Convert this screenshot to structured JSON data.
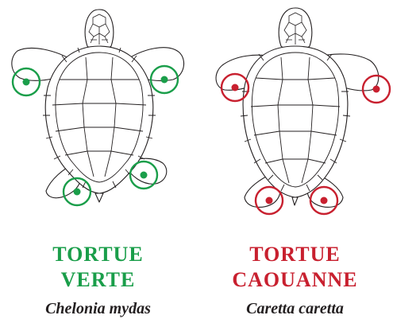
{
  "turtles": [
    {
      "common_name_line1": "TORTUE",
      "common_name_line2": "VERTE",
      "scientific_name": "Chelonia mydas",
      "marker_color": "#1a9e4a"
    },
    {
      "common_name_line1": "TORTUE",
      "common_name_line2": "CAOUANNE",
      "scientific_name": "Caretta caretta",
      "marker_color": "#c8202f"
    }
  ]
}
